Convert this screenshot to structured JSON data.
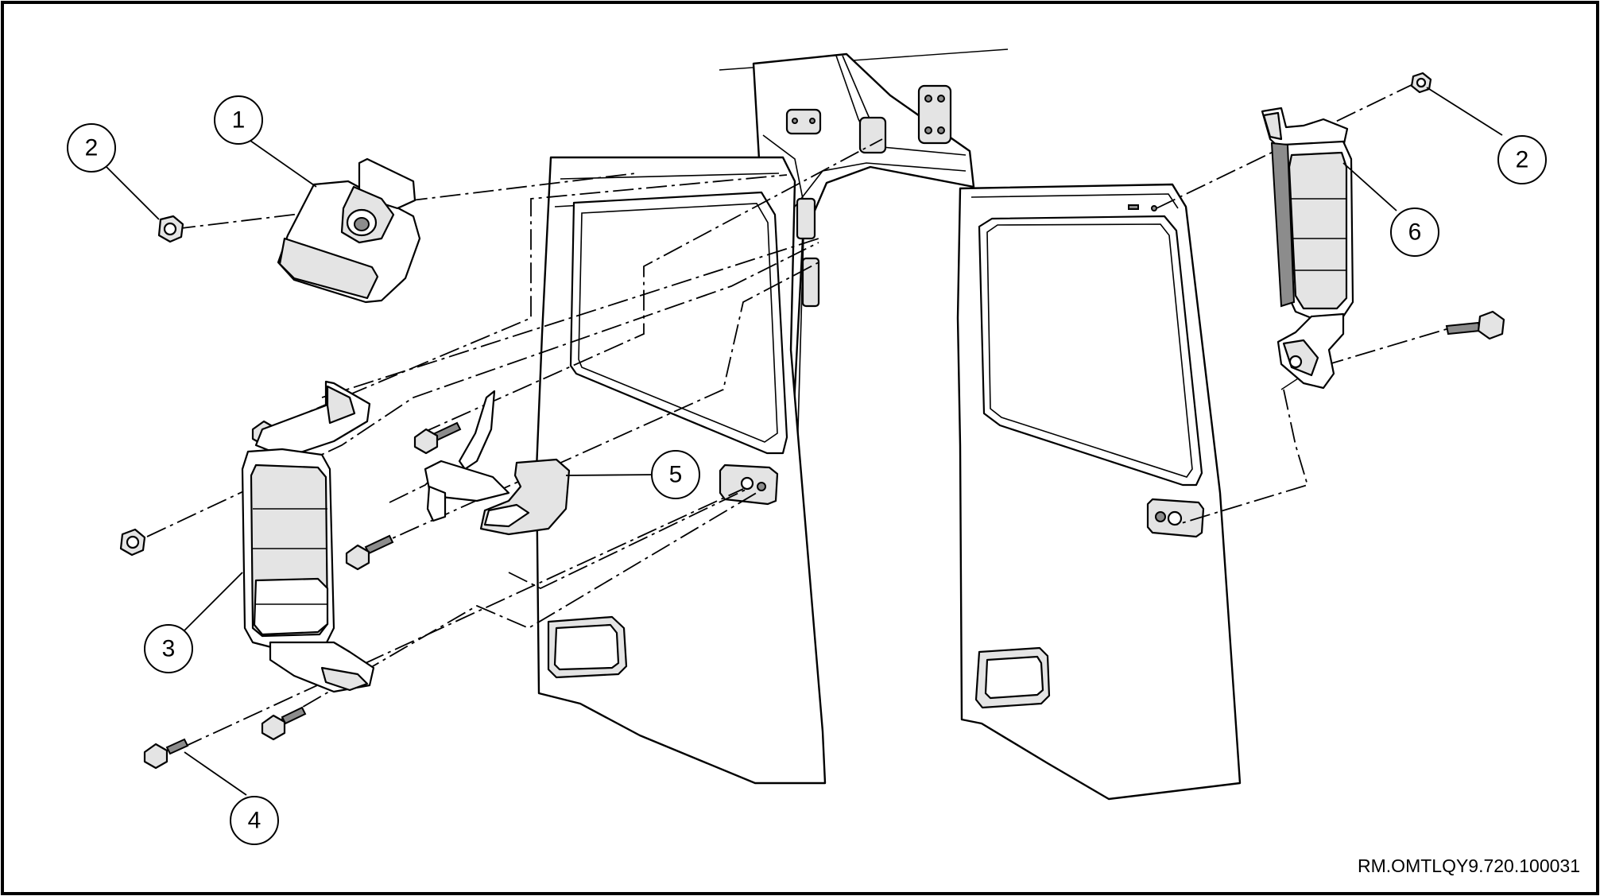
{
  "callouts": [
    {
      "id": "c1",
      "label": "1"
    },
    {
      "id": "c2-left",
      "label": "2"
    },
    {
      "id": "c2-right",
      "label": "2"
    },
    {
      "id": "c3",
      "label": "3"
    },
    {
      "id": "c4",
      "label": "4"
    },
    {
      "id": "c5",
      "label": "5"
    },
    {
      "id": "c6",
      "label": "6"
    }
  ],
  "reference_code": "RM.OMTLQY9.720.100031"
}
